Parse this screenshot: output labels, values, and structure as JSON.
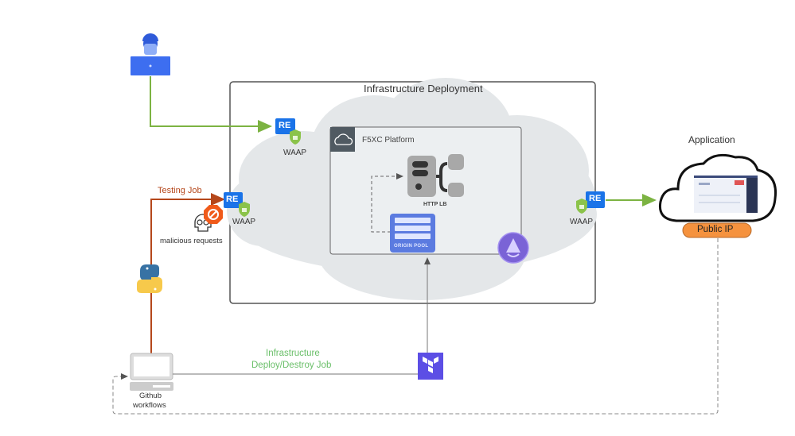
{
  "diagram": {
    "infra_title": "Infrastructure Deployment",
    "platform_title": "F5XC Platform",
    "http_lb_label": "HTTP LB",
    "origin_pool_label": "ORIGIN POOL",
    "re_badge": "RE",
    "waap_label": "WAAP",
    "testing_job_label": "Testing Job",
    "malicious_label": "malicious requests",
    "infra_job_label_line1": "Infrastructure",
    "infra_job_label_line2": "Deploy/Destroy Job",
    "github_label_line1": "Github",
    "github_label_line2": "workflows",
    "application_label": "Application",
    "public_ip_label": "Public IP",
    "colors": {
      "green_flow": "#7cb342",
      "testing_flow": "#b5471b",
      "infra_job_text": "#6abf69",
      "re_blue": "#1a73e8",
      "waap_green": "#8bc34a",
      "terraform_purple": "#5c4ee5",
      "origin_pool_blue": "#5b7be0",
      "public_ip_orange": "#f5923e",
      "cloud_gray": "#e4e7e9"
    },
    "icons": [
      "user-laptop-icon",
      "re-badge-icon",
      "waap-shield-icon",
      "f5xc-cloud-icon",
      "http-lb-icon",
      "origin-pool-icon",
      "kubernetes-sphere-icon",
      "skull-icon",
      "block-icon",
      "python-icon",
      "github-laptop-icon",
      "terraform-icon",
      "app-dashboard-icon"
    ]
  }
}
